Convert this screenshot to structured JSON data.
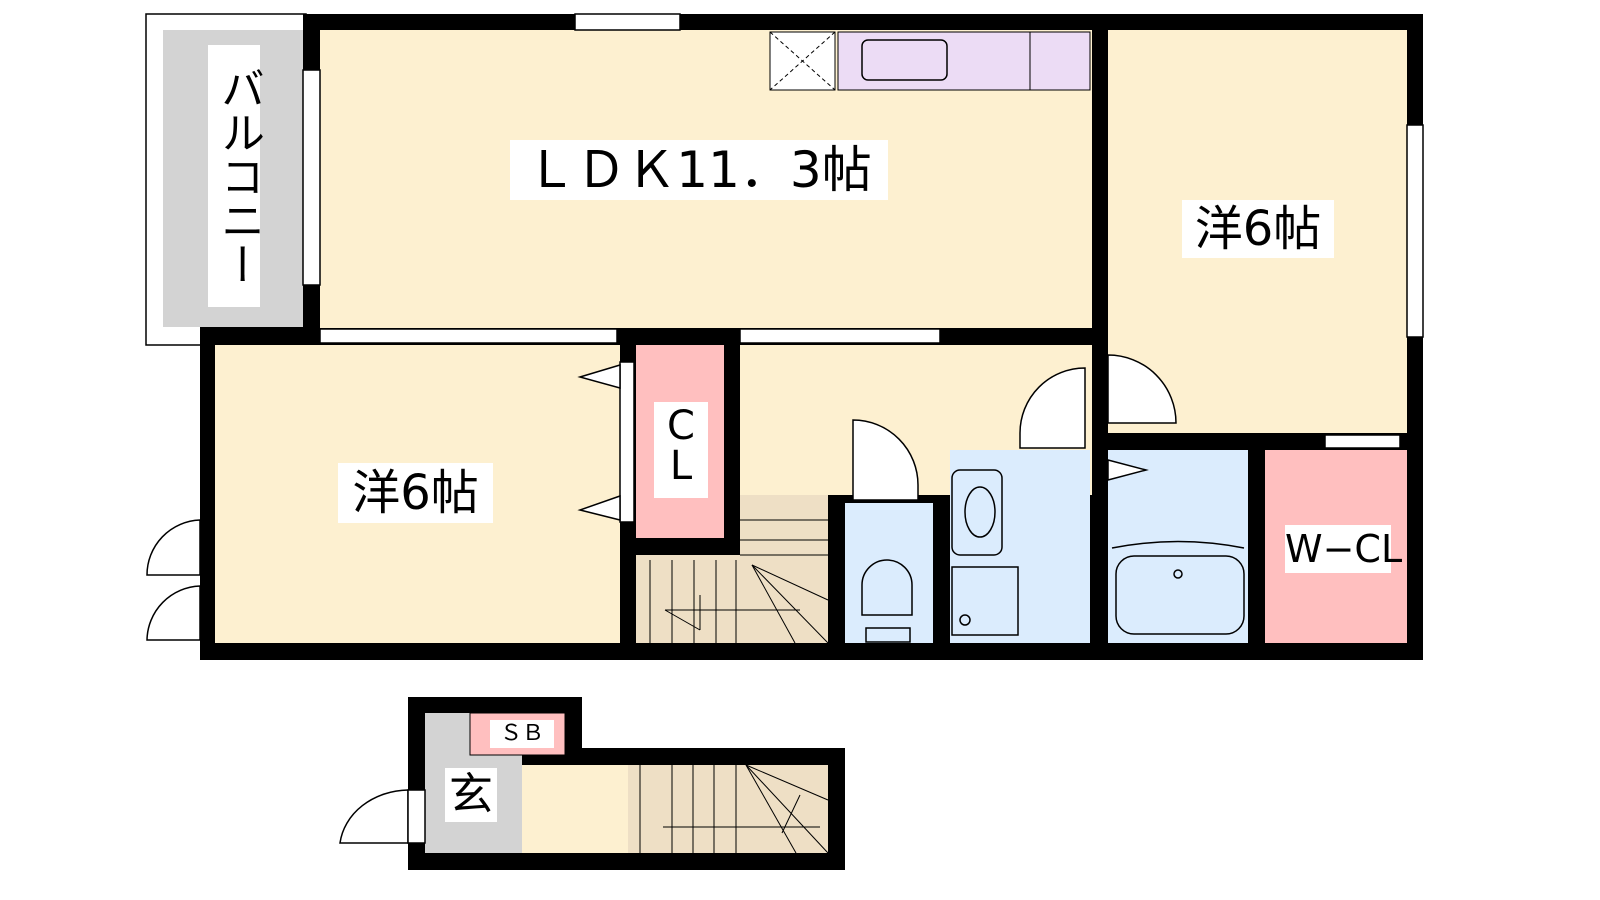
{
  "rooms": {
    "balcony": "バルコニー",
    "ldk": "ＬＤＫ11．3帖",
    "western_right": "洋6帖",
    "western_left": "洋6帖",
    "closet": "C L",
    "walk_in_closet": "W−CL",
    "shoe_box": "ＳＢ",
    "entrance": "玄"
  },
  "colors": {
    "floor": "#fdf0d0",
    "stairs": "#eedfc5",
    "closet": "#ffbfbf",
    "water": "#dbecfd",
    "balcony": "#d3d3d3",
    "kitchen": "#ecdcf5",
    "wall": "#000000"
  }
}
